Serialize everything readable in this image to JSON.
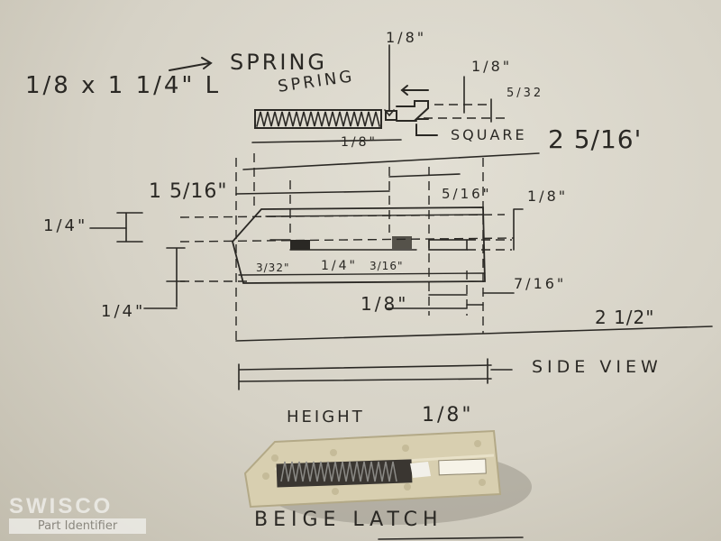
{
  "sketch": {
    "spring_spec": {
      "size": "1/8 x 1 1/4\" L",
      "arrow_to": "SPRING"
    },
    "spring_label": "SPRING",
    "square_label": "SQUARE",
    "dims": {
      "top_1_8": "1/8\"",
      "sq_1_8": "1/8\"",
      "sq_5_32": "5/32",
      "left_1_8": "1/8\"",
      "overall_2_5_16": "2 5/16'",
      "len_1_5_16": "1 5/16\"",
      "slot_5_16": "5/16\"",
      "right_1_8": "1/8\"",
      "left_1_4_top": "1/4\"",
      "left_1_4_bottom": "1/4\"",
      "d_3_32": "3/32\"",
      "d_1_4": "1/4\"",
      "d_3_16": "3/16\"",
      "d_7_16": "7/16\"",
      "d_1_8_bottom": "1/8\"",
      "overall_2_1_2": "2 1/2\""
    },
    "side_view_label": "SIDE VIEW",
    "height_label": "HEIGHT",
    "height_value": "1/8\"",
    "part_label": "BEIGE LATCH"
  },
  "watermark": {
    "brand": "SWISCO",
    "subtitle": "Part Identifier"
  },
  "colors": {
    "ink": "#2a2824",
    "paper": "#dcd8cc",
    "latch_beige": "#d8cfb0"
  }
}
